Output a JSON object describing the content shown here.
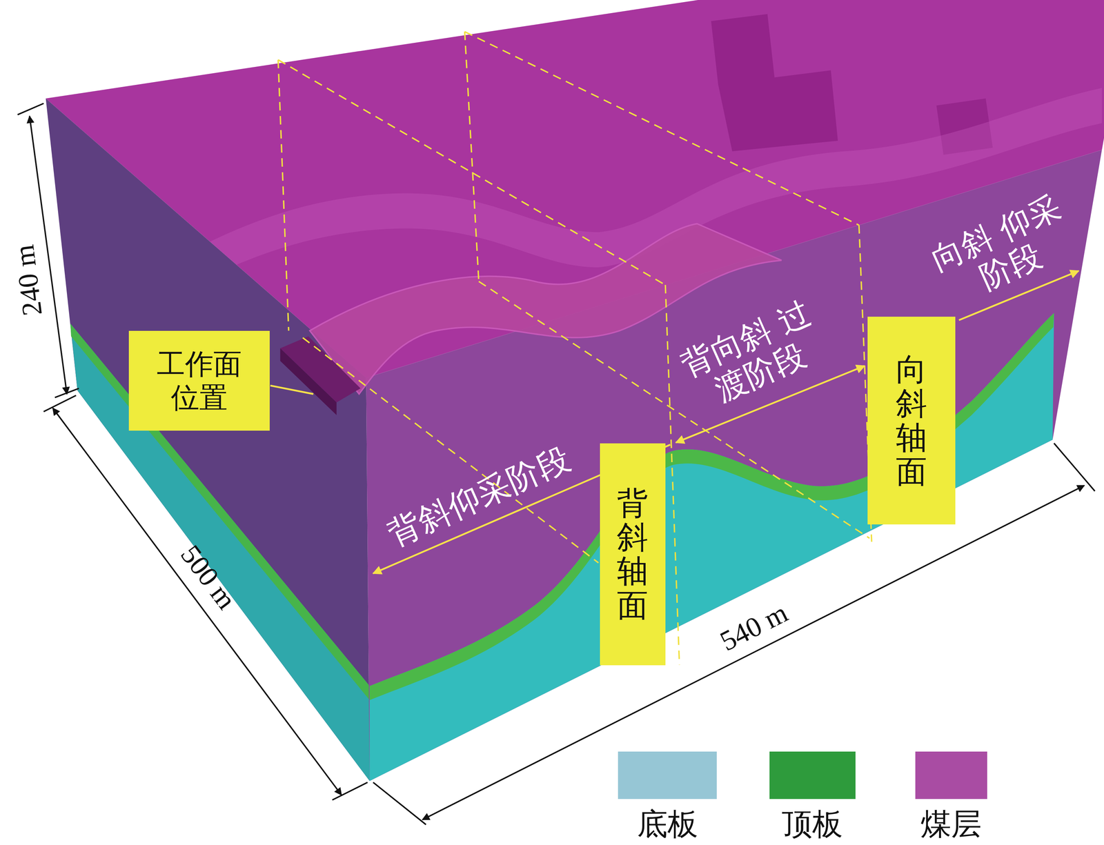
{
  "diagram": {
    "nodes": [
      {
        "text": [
          "工作面 位置"
        ]
      },
      {
        "text": [
          "背斜轴面"
        ]
      },
      {
        "text": [
          "向斜轴面"
        ]
      }
    ],
    "labels": [
      "240 m",
      "500 m",
      "540 m",
      "背斜仰采阶段",
      "背向斜 过渡阶段",
      "向斜 仰采阶段"
    ],
    "legend": [
      {
        "text": "底板",
        "color": "#96c6d5"
      },
      {
        "text": "顶板",
        "color": "#2e9b3c"
      },
      {
        "text": "煤层",
        "color": "#a94ca3"
      }
    ]
  }
}
